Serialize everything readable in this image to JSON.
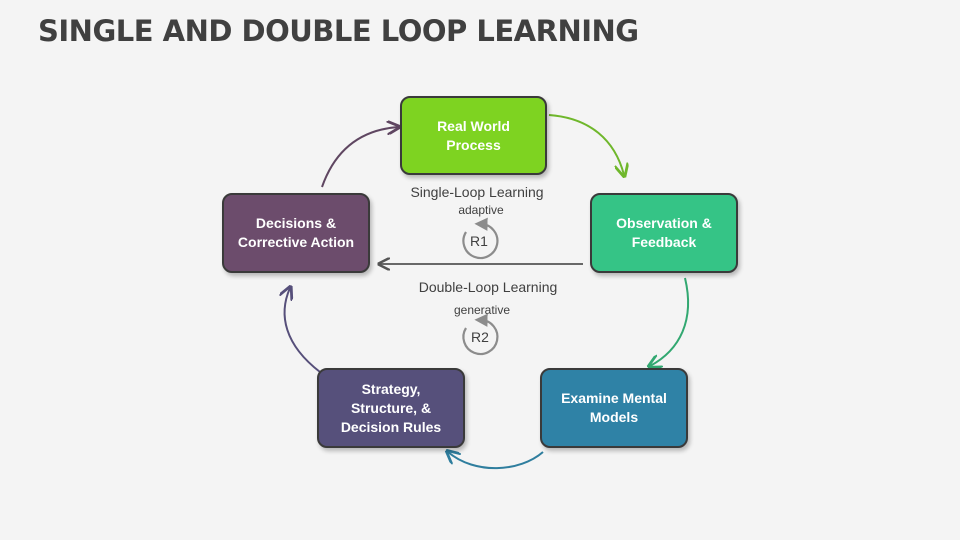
{
  "title": "SINGLE AND DOUBLE LOOP LEARNING",
  "nodes": {
    "real_world": {
      "label": "Real World\nProcess",
      "color": "#7ed321"
    },
    "observation": {
      "label": "Observation &\nFeedback",
      "color": "#35c486"
    },
    "examine": {
      "label": "Examine Mental\nModels",
      "color": "#2f82a6"
    },
    "strategy": {
      "label": "Strategy,\nStructure, &\nDecision Rules",
      "color": "#56507b"
    },
    "decisions": {
      "label": "Decisions &\nCorrective Action",
      "color": "#6c4c6c"
    }
  },
  "single_loop": {
    "label": "Single-Loop Learning",
    "sub": "adaptive",
    "badge": "R1"
  },
  "double_loop": {
    "label": "Double-Loop Learning",
    "sub": "generative",
    "badge": "R2"
  },
  "colors": {
    "arrow_real_obs": "#6fb72b",
    "arrow_obs_exam": "#32a871",
    "arrow_exam_strat": "#2f7e9e",
    "arrow_strat_dec": "#564f7a",
    "arrow_dec_real": "#5f4661",
    "arrow_straight": "#555555",
    "loop_badge": "#8c8c8c"
  }
}
